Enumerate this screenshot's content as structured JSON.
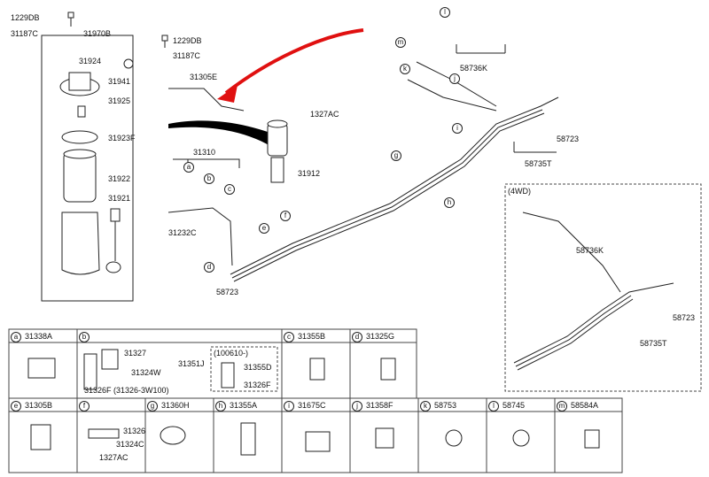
{
  "top_left": {
    "label_1229DB_a": "1229DB",
    "label_31187C_a": "31187C",
    "label_31970B": "31970B",
    "label_1229DB_b": "1229DB",
    "label_31187C_b": "31187C",
    "label_31924": "31924",
    "label_31941": "31941",
    "label_31925": "31925",
    "label_31923F": "31923F",
    "label_31922": "31922",
    "label_31921": "31921"
  },
  "center": {
    "label_31305E": "31305E",
    "label_1327AC": "1327AC",
    "label_31912": "31912",
    "label_31310": "31310",
    "label_31232C": "31232C",
    "label_58723": "58723"
  },
  "right_upper": {
    "label_58736K": "58736K",
    "label_58723": "58723",
    "label_58735T": "58735T"
  },
  "inset_4wd": {
    "title": "(4WD)",
    "label_58736K": "58736K",
    "label_58723": "58723",
    "label_58735T": "58735T"
  },
  "callout_letters": [
    "a",
    "b",
    "c",
    "d",
    "e",
    "f",
    "g",
    "h",
    "i",
    "j",
    "k",
    "l",
    "m"
  ],
  "table": {
    "row1": [
      {
        "letter": "a",
        "part": "31338A"
      },
      {
        "letter": "b",
        "part": "",
        "sub": [
          "31327",
          "31351J",
          "31324W",
          "31326F (31326-3W100)"
        ],
        "box_title": "(100610-)",
        "box_parts": [
          "31355D",
          "31326F"
        ]
      },
      {
        "letter": "c",
        "part": "31355B"
      },
      {
        "letter": "d",
        "part": "31325G"
      }
    ],
    "row2": [
      {
        "letter": "e",
        "part": "31305B"
      },
      {
        "letter": "f",
        "part": "",
        "sub": [
          "31326",
          "31324C",
          "1327AC"
        ]
      },
      {
        "letter": "g",
        "part": "31360H"
      },
      {
        "letter": "h",
        "part": "31355A"
      },
      {
        "letter": "i",
        "part": "31675C"
      },
      {
        "letter": "j",
        "part": "31358F"
      },
      {
        "letter": "k",
        "part": "58753"
      },
      {
        "letter": "l",
        "part": "58745"
      },
      {
        "letter": "m",
        "part": "58584A"
      }
    ]
  },
  "colors": {
    "line": "#222222",
    "arrow": "#e01010",
    "black_wedge": "#000000"
  }
}
